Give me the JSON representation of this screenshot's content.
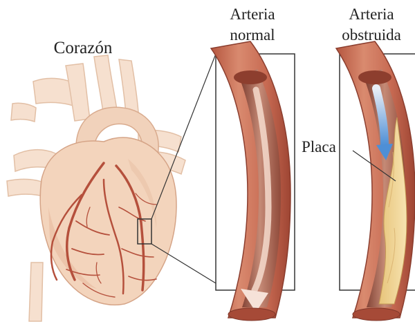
{
  "labels": {
    "heart": "Corazón",
    "normal_line1": "Arteria",
    "normal_line2": "normal",
    "obstructed_line1": "Arteria",
    "obstructed_line2": "obstruida",
    "plaque": "Placa"
  },
  "colors": {
    "heart_fill": "#f3d4bc",
    "heart_shadow": "#e6b99c",
    "artery_outer": "#c86a52",
    "artery_dark": "#8a3d2e",
    "lumen": "#d89a84",
    "vessel_lines": "#b6503f",
    "plaque": "#f0d59a",
    "flow_arrow_normal": "#f6ddd2",
    "flow_arrow_blocked": "#6fa6dc",
    "frame": "#333333"
  }
}
